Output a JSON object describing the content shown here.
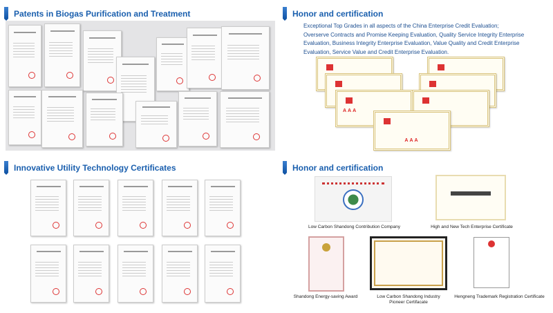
{
  "sections": {
    "patents": {
      "title": "Patents in Biogas Purification and Treatment"
    },
    "utility": {
      "title": "Innovative Utility Technology Certificates"
    },
    "honor1": {
      "title": "Honor and certification",
      "text": "Exceptional Top Grades in all aspects of the China Enterprise Credit Evaluation; Overserve Contracts and Promise Keeping Evaluation, Quality Service Integrity Enterprise Evaluation, Business Integrity Enterprise Evaluation, Value Quality and Credit Enterprise Evaluation, Service Value and Credit Enterprise Evaluation.",
      "badge": "AAA"
    },
    "honor2": {
      "title": "Honor and certification",
      "captions": [
        "Low Carbon Shandong Contribution Company",
        "High and New Tech Enterprise Certificate",
        "Shandong Energy-saving Award",
        "Low Carbon Shandong Industry Pioneer Certifacate",
        "Hengneng Trademark Registration Certificate"
      ]
    }
  },
  "colors": {
    "heading": "#1a5fae",
    "text": "#1d4f91"
  }
}
